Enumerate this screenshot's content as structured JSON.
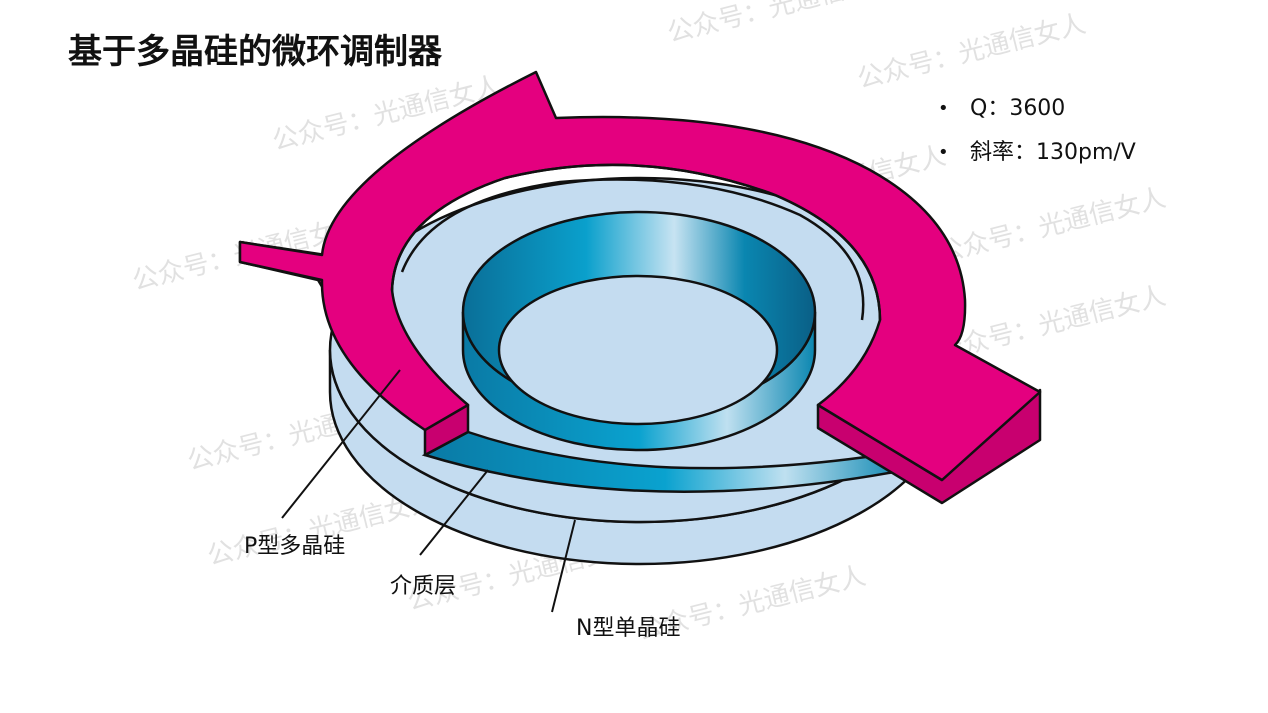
{
  "title": "基于多晶硅的微环调制器",
  "specs": [
    "Q：3600",
    "斜率：130pm/V"
  ],
  "labels": {
    "p_poly": "P型多晶硅",
    "dielectric": "介质层",
    "n_si": "N型单晶硅"
  },
  "watermark": "公众号：光通信女人",
  "colors": {
    "p_poly": "#e4007f",
    "n_si": "#c4dcf0",
    "dielectric": "#0a7ea8",
    "outline": "#111111"
  }
}
